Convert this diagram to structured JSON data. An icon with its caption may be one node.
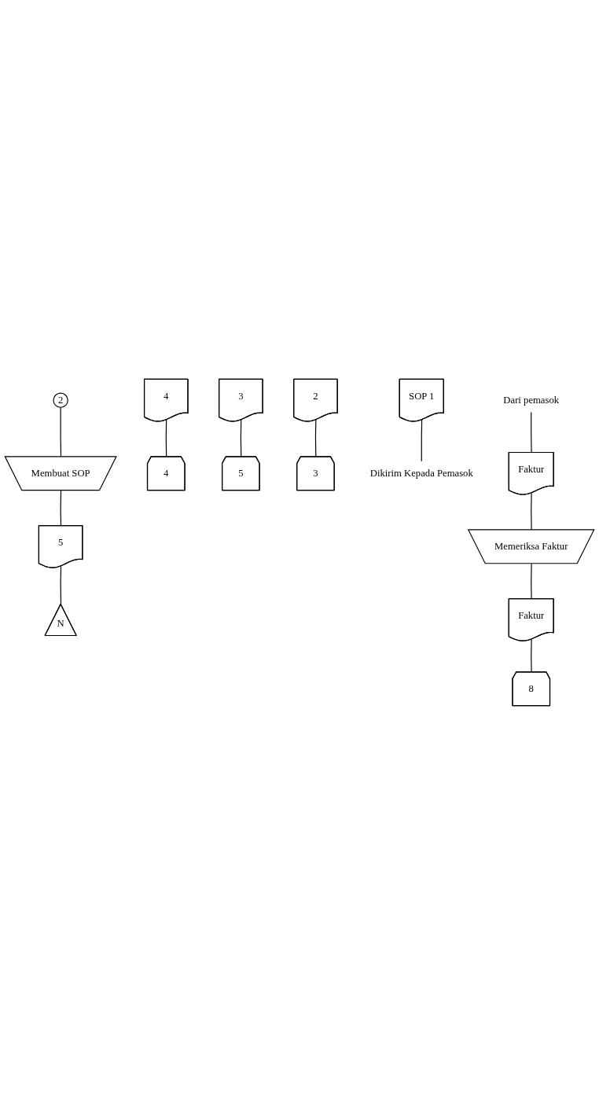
{
  "diagram": {
    "nodes": [
      {
        "text": [
          "2"
        ]
      },
      {
        "text": [
          "Membuat SOP"
        ]
      },
      {
        "text": [
          "SOP 1"
        ]
      },
      {
        "text": [
          "2"
        ]
      },
      {
        "text": [
          "3"
        ]
      },
      {
        "text": [
          "4"
        ]
      },
      {
        "text": [
          "5"
        ]
      },
      {
        "text": [
          "4"
        ]
      },
      {
        "text": [
          "5"
        ]
      },
      {
        "text": [
          "3"
        ]
      },
      {
        "text": [
          "Dikirim Kepada Pemasok"
        ]
      },
      {
        "text": [
          "N"
        ]
      },
      {
        "text": [
          "Dari pemasok"
        ]
      },
      {
        "text": [
          "Faktur"
        ]
      },
      {
        "text": [
          "Memeriksa Faktur"
        ]
      },
      {
        "text": [
          "Faktur"
        ]
      },
      {
        "text": [
          "8"
        ]
      }
    ],
    "edges": [
      {
        "from": 0,
        "to": 1,
        "arrow": "none"
      },
      {
        "from": 1,
        "to": 6,
        "arrow": "none"
      },
      {
        "from": 2,
        "to": 10,
        "arrow": "none"
      },
      {
        "from": 3,
        "to": 9,
        "arrow": "none"
      },
      {
        "from": 4,
        "to": 8,
        "arrow": "none"
      },
      {
        "from": 5,
        "to": 7,
        "arrow": "none"
      },
      {
        "from": 6,
        "to": 11,
        "arrow": "none"
      },
      {
        "from": 12,
        "to": 13,
        "arrow": "none"
      },
      {
        "from": 13,
        "to": 14,
        "arrow": "none"
      },
      {
        "from": 14,
        "to": 15,
        "arrow": "none"
      },
      {
        "from": 15,
        "to": 16,
        "arrow": "none"
      }
    ]
  }
}
